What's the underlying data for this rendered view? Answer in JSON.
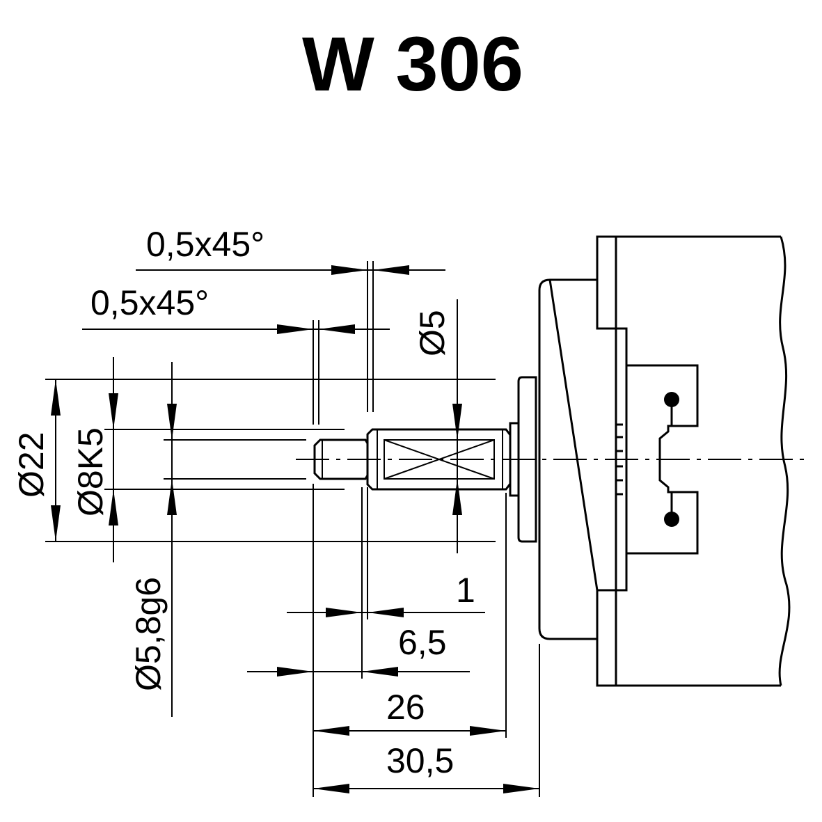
{
  "title": "W 306",
  "dimensions": {
    "chamfer_top": "0,5x45°",
    "chamfer_mid": "0,5x45°",
    "d5": "Ø5",
    "d22": "Ø22",
    "d8k5": "Ø8K5",
    "d58g6": "Ø5,8g6",
    "len_1": "1",
    "len_6_5": "6,5",
    "len_26": "26",
    "len_30_5": "30,5"
  }
}
